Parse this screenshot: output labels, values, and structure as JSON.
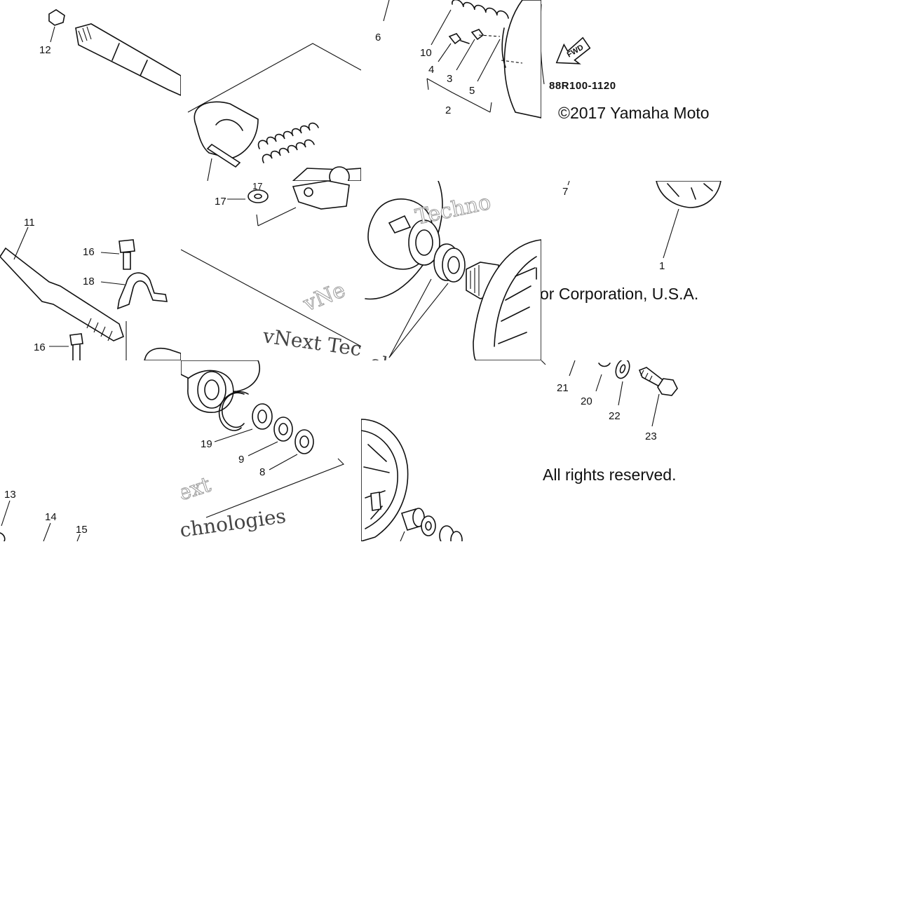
{
  "parts": [
    "1",
    "2",
    "3",
    "4",
    "5",
    "6",
    "7",
    "8",
    "9",
    "10",
    "11",
    "12",
    "13",
    "14",
    "15",
    "16",
    "17",
    "18",
    "19",
    "20",
    "21",
    "22",
    "23"
  ],
  "labels": {
    "p1": "1",
    "p2": "2",
    "p3": "3",
    "p4": "4",
    "p5": "5",
    "p6": "6",
    "p7": "7",
    "p8": "8",
    "p9": "9",
    "p10": "10",
    "p11": "11",
    "p12": "12",
    "p13": "13",
    "p14": "14",
    "p15": "15",
    "p16": "16",
    "p17": "17",
    "p18": "18",
    "p19": "19",
    "p20": "20",
    "p21": "21",
    "p22": "22",
    "p23": "23"
  },
  "diagram_code": "88R100-1120",
  "fwd_label": "FWD",
  "copyright": {
    "part1": "©2017 Yamaha Moto",
    "part2": "or Corporation, U.S.A.",
    "part3": "All rights reserved."
  },
  "watermark": {
    "a": "vNext Tec",
    "b": "Techno",
    "c": "ologies",
    "d": "ext",
    "e": "chnologies",
    "f": "vNe"
  }
}
